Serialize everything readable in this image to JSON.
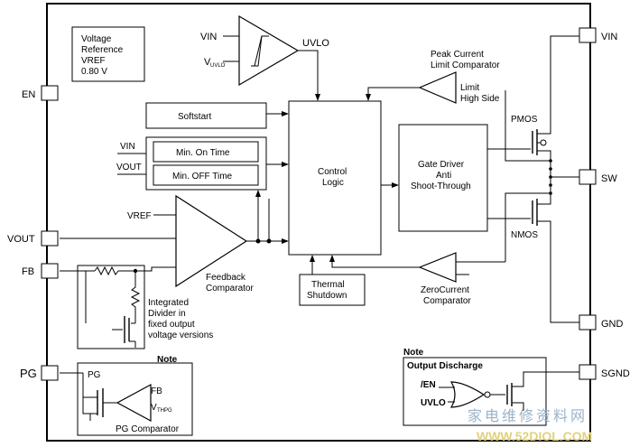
{
  "vref_block": {
    "line1": "Voltage",
    "line2": "Reference",
    "line3": "VREF",
    "line4": "0.80 V"
  },
  "uvlo_comp": {
    "in_vin": "VIN",
    "in_vuvlo": "V",
    "in_vuvlo_sub": "UVLO",
    "out": "UVLO"
  },
  "peak_current": {
    "title1": "Peak Current",
    "title2": "Limit Comparator",
    "label1": "Limit",
    "label2": "High Side"
  },
  "softstart": "Softstart",
  "ontime": {
    "vin": "VIN",
    "vout": "VOUT",
    "min_on": "Min. On Time",
    "min_off": "Min. OFF Time"
  },
  "control_logic": {
    "line1": "Control",
    "line2": "Logic"
  },
  "gate_driver": {
    "line1": "Gate Driver",
    "line2": "Anti",
    "line3": "Shoot-Through"
  },
  "pmos": "PMOS",
  "nmos": "NMOS",
  "pins": {
    "vin": "VIN",
    "sw": "SW",
    "gnd": "GND",
    "sgnd": "SGND",
    "en": "EN",
    "vout": "VOUT",
    "fb": "FB",
    "pg": "PG"
  },
  "feedback": {
    "vref": "VREF",
    "line1": "Feedback",
    "line2": "Comparator"
  },
  "thermal": {
    "line1": "Thermal",
    "line2": "Shutdown"
  },
  "zerocurrent": {
    "line1": "ZeroCurrent",
    "line2": "Comparator"
  },
  "divider": {
    "line1": "Integrated",
    "line2": "Divider in",
    "line3": "fixed output",
    "line4": "voltage versions"
  },
  "pg_note": {
    "note": "Note",
    "pg": "PG",
    "fb": "FB",
    "vthpg": "V",
    "vthpg_sub": "THPG",
    "title": "PG Comparator"
  },
  "discharge_note": {
    "note": "Note",
    "title": "Output Discharge",
    "en": "/EN",
    "uvlo": "UVLO"
  },
  "watermark": {
    "chinese": "家电维修资料网",
    "url": "WWW.52DIOL.COM"
  },
  "colors": {
    "line": "#000000",
    "watermark_blue": "#9ab3c9",
    "watermark_yellow": "#e0d27a"
  }
}
